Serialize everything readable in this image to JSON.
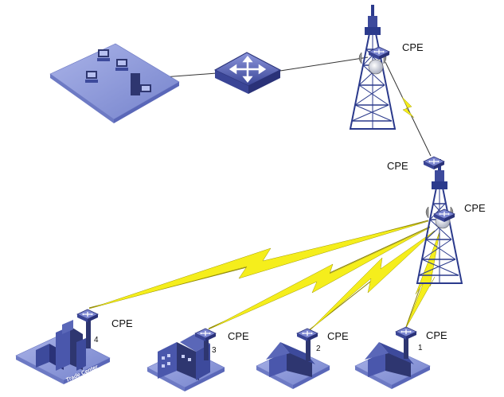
{
  "labels": {
    "tower1_cpe": "CPE",
    "tower2_cpe_top": "CPE",
    "tower2_cpe_right": "CPE",
    "cpe_4": "CPE",
    "cpe_3": "CPE",
    "cpe_2": "CPE",
    "cpe_1": "CPE"
  },
  "numbers": {
    "site_4": "4",
    "site_3": "3",
    "site_2": "2",
    "site_1": "1"
  },
  "building_sign": "Trade Center",
  "colors": {
    "device_blue": "#3d4a9c",
    "device_light": "#7c86d0",
    "platform": "#8e9bd8",
    "tower": "#2b3a8c",
    "lightning": "#f5ee1c",
    "line": "#333333"
  }
}
